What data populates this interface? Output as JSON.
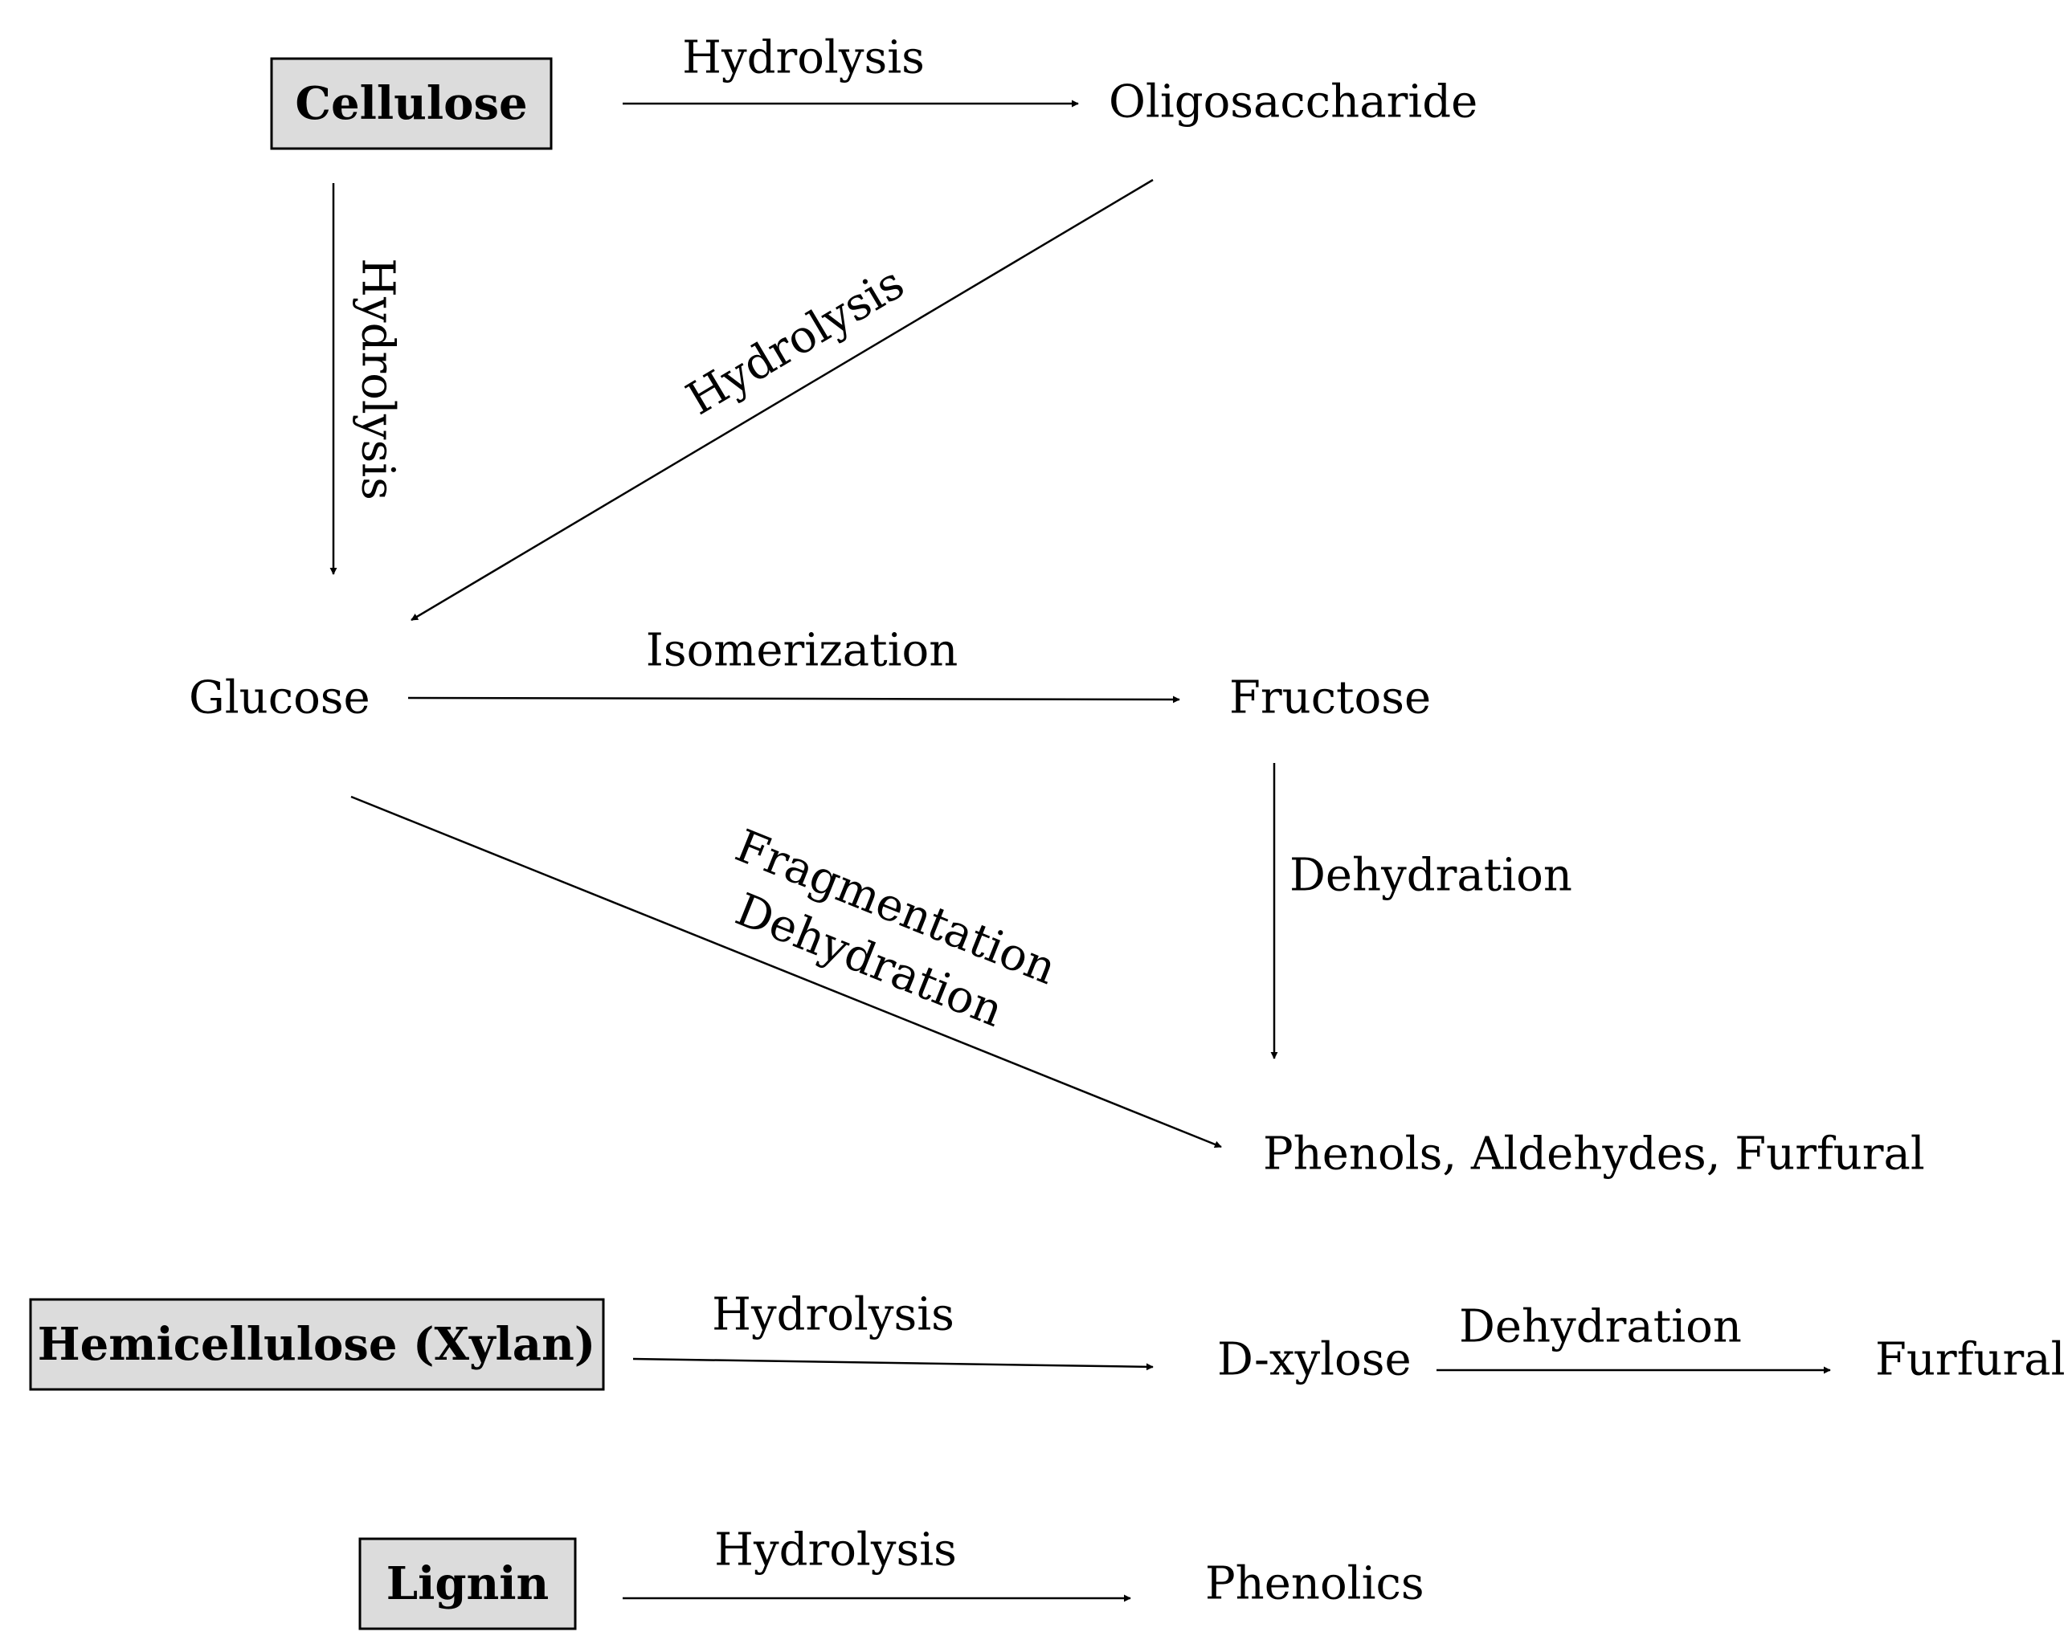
{
  "colors": {
    "box_fill": "#dcdcdc",
    "stroke": "#000000",
    "text": "#000000"
  },
  "nodes": {
    "cellulose": "Cellulose",
    "oligosaccharide": "Oligosaccharide",
    "glucose": "Glucose",
    "fructose": "Fructose",
    "phenols": "Phenols, Aldehydes, Furfural",
    "hemicellulose": "Hemicellulose (Xylan)",
    "dxylose": "D-xylose",
    "furfural": "Furfural",
    "lignin": "Lignin",
    "phenolics": "Phenolics"
  },
  "edges": {
    "cellulose_to_oligosaccharide": "Hydrolysis",
    "cellulose_to_glucose": "Hydrolysis",
    "oligosaccharide_to_glucose": "Hydrolysis",
    "glucose_to_fructose": "Isomerization",
    "fructose_to_phenols": "Dehydration",
    "glucose_to_phenols_1": "Fragmentation",
    "glucose_to_phenols_2": "Dehydration",
    "hemicellulose_to_dxylose": "Hydrolysis",
    "dxylose_to_furfural": "Dehydration",
    "lignin_to_phenolics": "Hydrolysis"
  }
}
